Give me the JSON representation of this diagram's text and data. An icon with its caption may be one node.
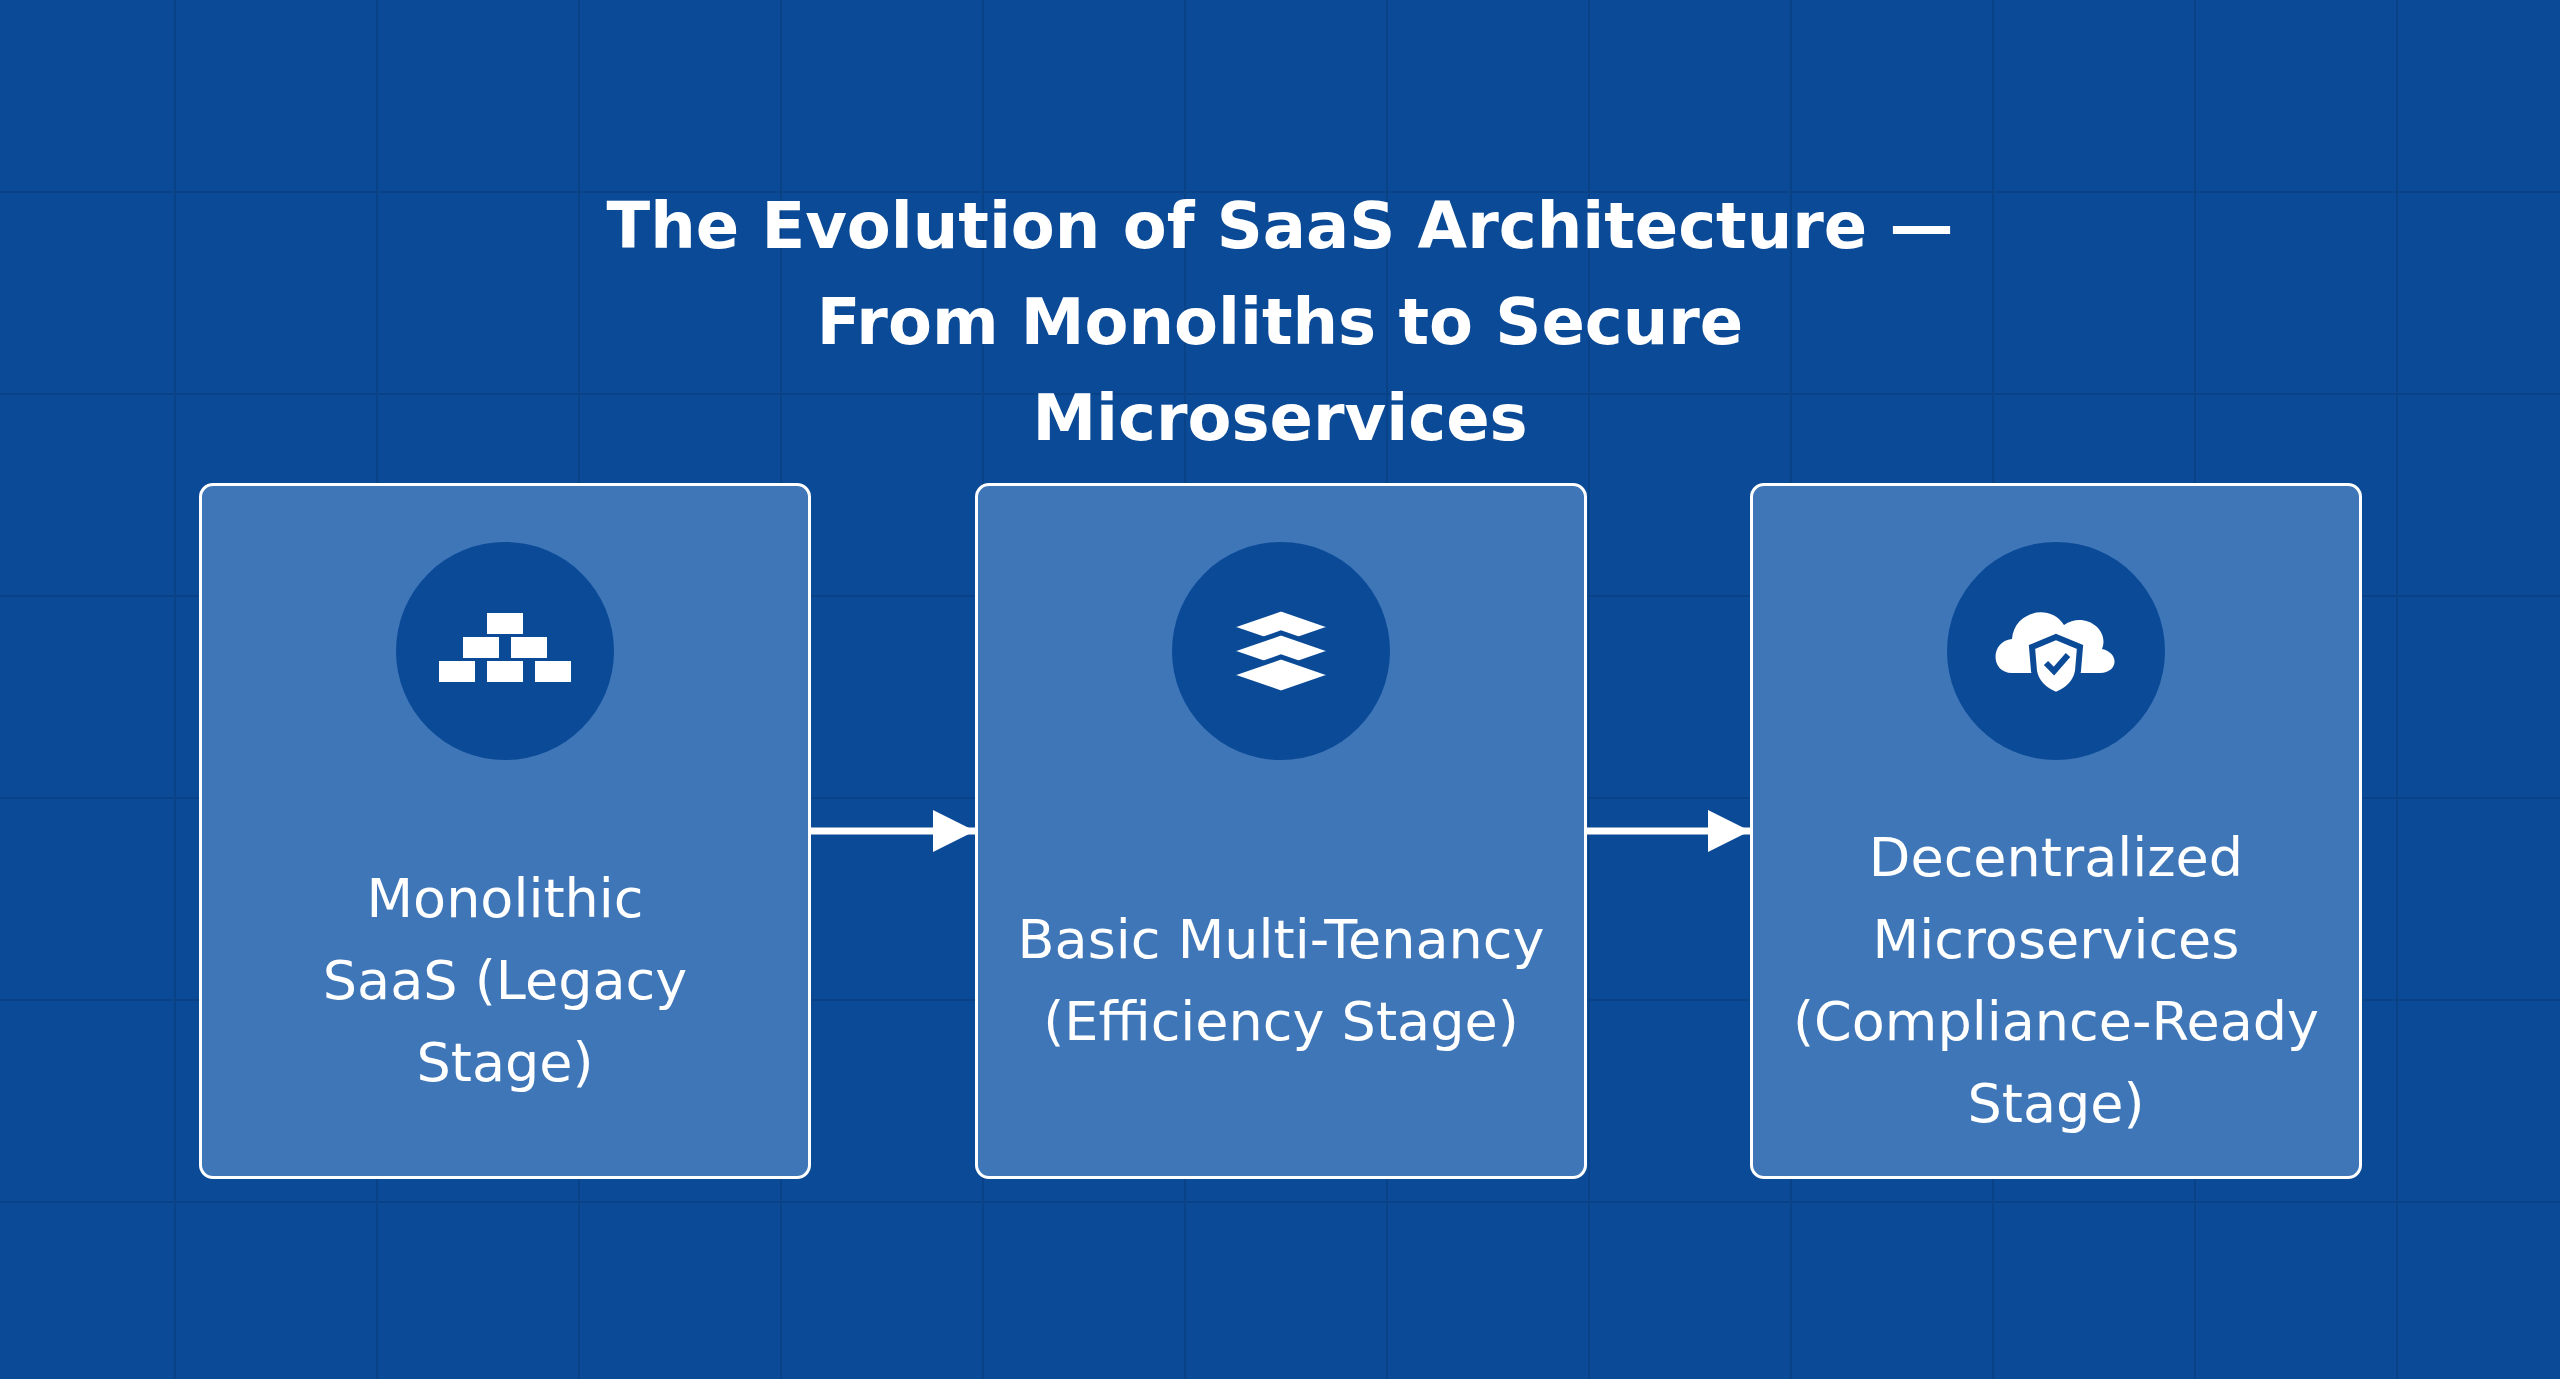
{
  "diagram": {
    "title": "The Evolution of SaaS Architecture — From Monoliths to Secure Microservices",
    "nodes": [
      {
        "text": [
          "Monolithic SaaS (Legacy Stage)"
        ]
      },
      {
        "text": [
          "Basic Multi-Tenancy (Efficiency Stage)"
        ]
      },
      {
        "text": [
          "Decentralized Microservices (Compliance-Ready Stage)"
        ]
      }
    ],
    "edges": [
      {
        "from": 0,
        "to": 1,
        "arrow": "to"
      },
      {
        "from": 1,
        "to": 2,
        "arrow": "to"
      }
    ]
  }
}
